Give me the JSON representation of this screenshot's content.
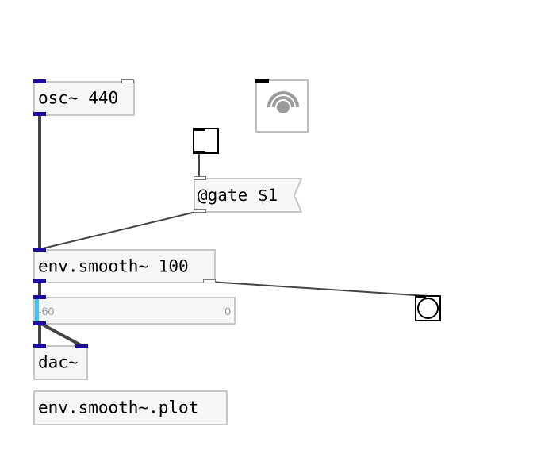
{
  "patch": {
    "osc": {
      "text": "osc~ 440"
    },
    "gate_message": {
      "text": "@gate $1"
    },
    "env_smooth": {
      "text": "env.smooth~ 100"
    },
    "level_slider": {
      "min_label": "-60",
      "max_label": "0",
      "level_fraction": 0.02
    },
    "dac": {
      "text": "dac~"
    },
    "plot_subpatch": {
      "text": "env.smooth~.plot"
    },
    "dsp_toggle": {
      "icon": "speaker-icon"
    }
  },
  "colors": {
    "signal_port": "#1c0c9c",
    "signal_cable": "#444444",
    "control_cable": "#444444",
    "object_border": "#c7c7c7",
    "object_fill": "#f5f6f8",
    "slider_fill": "#3fc4ec"
  }
}
